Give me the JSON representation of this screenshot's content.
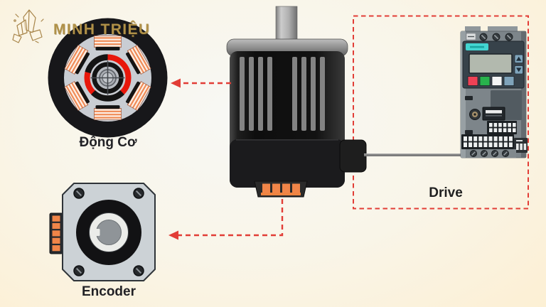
{
  "logo": {
    "text": "MINH TRIỆU",
    "icon": "crystal-gems-icon",
    "color": "#b09148"
  },
  "labels": {
    "motor_section": "Động Cơ",
    "encoder": "Encoder",
    "drive": "Drive"
  },
  "figures": {
    "motor_cross_section": {
      "windings": 6,
      "winding_color": "#ef8a55",
      "rotor_arc_colors": [
        "#e8170b",
        "#141414"
      ],
      "stator_color": "#17171a",
      "core_color": "#c9cdd3"
    },
    "servo_motor": {
      "shaft_position": "top",
      "body_color": "#101010",
      "cap_color": "#9a9a9a",
      "connector_pins": 4,
      "pin_color": "#f08548"
    },
    "encoder": {
      "corner_screws": 4,
      "connector_pins": 5,
      "pin_color": "#f08548",
      "plate_color": "#ccd2d6"
    },
    "drive": {
      "brand_badge_color": "#43d5d1",
      "display": "lcd",
      "lcd_color": "#b2b9ae",
      "keypad_buttons": [
        "red",
        "green",
        "white",
        "blue"
      ],
      "keypad_button_colors": [
        "#ee4155",
        "#28b24c",
        "#f4f5f5",
        "#7fa3ba"
      ],
      "arrow_keys": [
        "up",
        "down"
      ]
    }
  },
  "connections": {
    "motor_to_section_arrow": "dashed-red-arrow-left",
    "motor_to_encoder_arrow": "dashed-red-elbow-arrow-left",
    "motor_to_drive_cable": "gray-cable",
    "arrow_color": "#e23d36",
    "drive_boundary": "red-dashed-rectangle"
  },
  "background": {
    "center": "#f8f8f5",
    "edge": "#fdeccb"
  }
}
